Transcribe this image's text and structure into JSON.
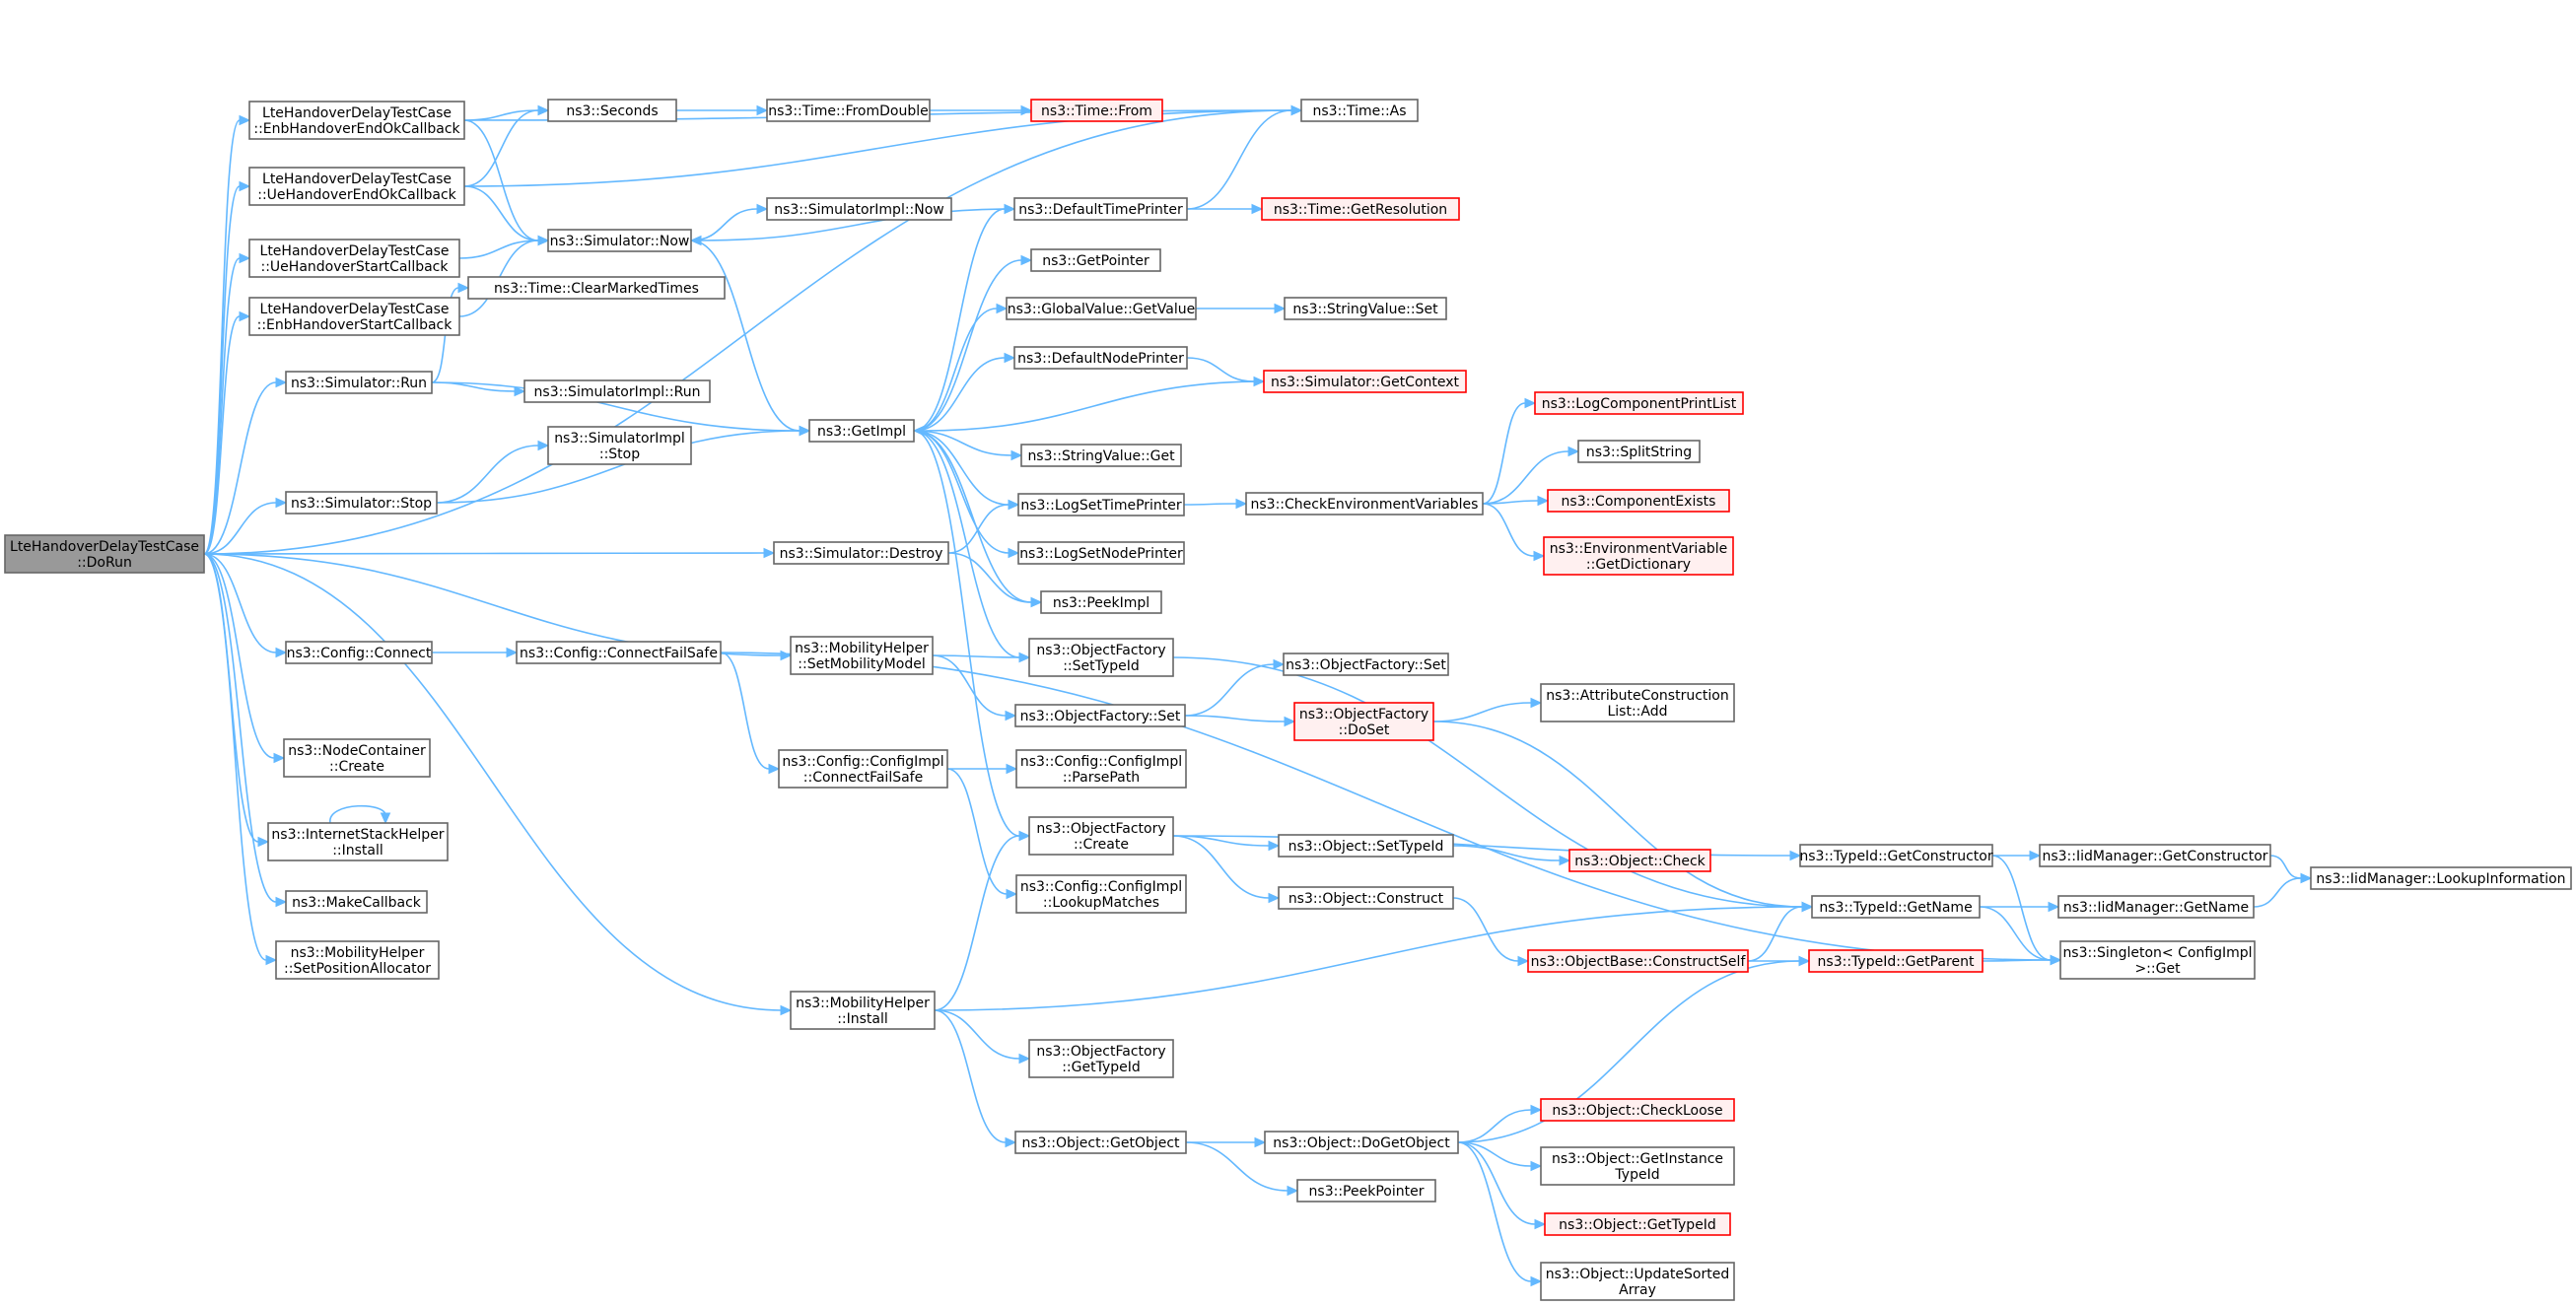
{
  "graph": {
    "nodes": [
      {
        "id": "dorun",
        "lines": [
          "LteHandoverDelayTestCase",
          "::DoRun"
        ],
        "style": "root"
      },
      {
        "id": "enbEndOk",
        "lines": [
          "LteHandoverDelayTestCase",
          "::EnbHandoverEndOkCallback"
        ]
      },
      {
        "id": "ueEndOk",
        "lines": [
          "LteHandoverDelayTestCase",
          "::UeHandoverEndOkCallback"
        ]
      },
      {
        "id": "ueStart",
        "lines": [
          "LteHandoverDelayTestCase",
          "::UeHandoverStartCallback"
        ]
      },
      {
        "id": "enbStart",
        "lines": [
          "LteHandoverDelayTestCase",
          "::EnbHandoverStartCallback"
        ]
      },
      {
        "id": "simRun",
        "lines": [
          "ns3::Simulator::Run"
        ]
      },
      {
        "id": "simStop",
        "lines": [
          "ns3::Simulator::Stop"
        ]
      },
      {
        "id": "cfgConnect",
        "lines": [
          "ns3::Config::Connect"
        ]
      },
      {
        "id": "ncCreate",
        "lines": [
          "ns3::NodeContainer",
          "::Create"
        ]
      },
      {
        "id": "ishInstall",
        "lines": [
          "ns3::InternetStackHelper",
          "::Install"
        ]
      },
      {
        "id": "makeCb",
        "lines": [
          "ns3::MakeCallback"
        ]
      },
      {
        "id": "mhSetPos",
        "lines": [
          "ns3::MobilityHelper",
          "::SetPositionAllocator"
        ]
      },
      {
        "id": "seconds",
        "lines": [
          "ns3::Seconds"
        ]
      },
      {
        "id": "simNow",
        "lines": [
          "ns3::Simulator::Now"
        ]
      },
      {
        "id": "clearMarked",
        "lines": [
          "ns3::Time::ClearMarkedTimes"
        ]
      },
      {
        "id": "simImplRun",
        "lines": [
          "ns3::SimulatorImpl::Run"
        ]
      },
      {
        "id": "simImplStop",
        "lines": [
          "ns3::SimulatorImpl",
          "::Stop"
        ]
      },
      {
        "id": "cfgConnFS",
        "lines": [
          "ns3::Config::ConnectFailSafe"
        ]
      },
      {
        "id": "fromDouble",
        "lines": [
          "ns3::Time::FromDouble"
        ]
      },
      {
        "id": "simImplNow",
        "lines": [
          "ns3::SimulatorImpl::Now"
        ]
      },
      {
        "id": "getImpl",
        "lines": [
          "ns3::GetImpl"
        ]
      },
      {
        "id": "simDestroy",
        "lines": [
          "ns3::Simulator::Destroy"
        ]
      },
      {
        "id": "mhSetMob",
        "lines": [
          "ns3::MobilityHelper",
          "::SetMobilityModel"
        ]
      },
      {
        "id": "cfgImplConnFS",
        "lines": [
          "ns3::Config::ConfigImpl",
          "::ConnectFailSafe"
        ]
      },
      {
        "id": "mhInstall",
        "lines": [
          "ns3::MobilityHelper",
          "::Install"
        ]
      },
      {
        "id": "timeFrom",
        "lines": [
          "ns3::Time::From"
        ],
        "style": "red"
      },
      {
        "id": "defTimePr",
        "lines": [
          "ns3::DefaultTimePrinter"
        ]
      },
      {
        "id": "getPointer",
        "lines": [
          "ns3::GetPointer"
        ]
      },
      {
        "id": "gvGetValue",
        "lines": [
          "ns3::GlobalValue::GetValue"
        ]
      },
      {
        "id": "defNodePr",
        "lines": [
          "ns3::DefaultNodePrinter"
        ]
      },
      {
        "id": "svGet",
        "lines": [
          "ns3::StringValue::Get"
        ]
      },
      {
        "id": "logSetTime",
        "lines": [
          "ns3::LogSetTimePrinter"
        ]
      },
      {
        "id": "logSetNode",
        "lines": [
          "ns3::LogSetNodePrinter"
        ]
      },
      {
        "id": "peekImpl",
        "lines": [
          "ns3::PeekImpl"
        ]
      },
      {
        "id": "ofSetTypeId",
        "lines": [
          "ns3::ObjectFactory",
          "::SetTypeId"
        ]
      },
      {
        "id": "ofSet",
        "lines": [
          "ns3::ObjectFactory::Set"
        ]
      },
      {
        "id": "parsePath",
        "lines": [
          "ns3::Config::ConfigImpl",
          "::ParsePath"
        ]
      },
      {
        "id": "ofCreate",
        "lines": [
          "ns3::ObjectFactory",
          "::Create"
        ]
      },
      {
        "id": "lookupMatches",
        "lines": [
          "ns3::Config::ConfigImpl",
          "::LookupMatches"
        ]
      },
      {
        "id": "ofGetTypeId",
        "lines": [
          "ns3::ObjectFactory",
          "::GetTypeId"
        ]
      },
      {
        "id": "objGetObject",
        "lines": [
          "ns3::Object::GetObject"
        ]
      },
      {
        "id": "timeAs",
        "lines": [
          "ns3::Time::As"
        ]
      },
      {
        "id": "getRes",
        "lines": [
          "ns3::Time::GetResolution"
        ],
        "style": "red"
      },
      {
        "id": "svSet",
        "lines": [
          "ns3::StringValue::Set"
        ]
      },
      {
        "id": "simGetCtx",
        "lines": [
          "ns3::Simulator::GetContext"
        ],
        "style": "red"
      },
      {
        "id": "checkEnv",
        "lines": [
          "ns3::CheckEnvironmentVariables"
        ]
      },
      {
        "id": "ofSet2",
        "lines": [
          "ns3::ObjectFactory::Set"
        ]
      },
      {
        "id": "ofDoSet",
        "lines": [
          "ns3::ObjectFactory",
          "::DoSet"
        ],
        "style": "red"
      },
      {
        "id": "objSetTypeId",
        "lines": [
          "ns3::Object::SetTypeId"
        ]
      },
      {
        "id": "objConstruct",
        "lines": [
          "ns3::Object::Construct"
        ]
      },
      {
        "id": "objBaseCS",
        "lines": [
          "ns3::ObjectBase::ConstructSelf"
        ],
        "style": "red"
      },
      {
        "id": "objDoGetObject",
        "lines": [
          "ns3::Object::DoGetObject"
        ]
      },
      {
        "id": "peekPointer",
        "lines": [
          "ns3::PeekPointer"
        ]
      },
      {
        "id": "logCompPL",
        "lines": [
          "ns3::LogComponentPrintList"
        ],
        "style": "red"
      },
      {
        "id": "splitString",
        "lines": [
          "ns3::SplitString"
        ]
      },
      {
        "id": "compExists",
        "lines": [
          "ns3::ComponentExists"
        ],
        "style": "red"
      },
      {
        "id": "envVarGetDict",
        "lines": [
          "ns3::EnvironmentVariable",
          "::GetDictionary"
        ],
        "style": "red"
      },
      {
        "id": "attrCLAdd",
        "lines": [
          "ns3::AttributeConstruction",
          "List::Add"
        ]
      },
      {
        "id": "objCheck",
        "lines": [
          "ns3::Object::Check"
        ],
        "style": "red"
      },
      {
        "id": "objCheckLoose",
        "lines": [
          "ns3::Object::CheckLoose"
        ],
        "style": "red"
      },
      {
        "id": "objGetInstTid",
        "lines": [
          "ns3::Object::GetInstance",
          "TypeId"
        ]
      },
      {
        "id": "objGetTypeId",
        "lines": [
          "ns3::Object::GetTypeId"
        ],
        "style": "red"
      },
      {
        "id": "objUpdSorted",
        "lines": [
          "ns3::Object::UpdateSorted",
          "Array"
        ]
      },
      {
        "id": "tidGetCtor",
        "lines": [
          "ns3::TypeId::GetConstructor"
        ]
      },
      {
        "id": "tidGetName",
        "lines": [
          "ns3::TypeId::GetName"
        ]
      },
      {
        "id": "tidGetParent",
        "lines": [
          "ns3::TypeId::GetParent"
        ],
        "style": "red"
      },
      {
        "id": "iidGetCtor",
        "lines": [
          "ns3::IidManager::GetConstructor"
        ]
      },
      {
        "id": "iidGetName",
        "lines": [
          "ns3::IidManager::GetName"
        ]
      },
      {
        "id": "singletonGet",
        "lines": [
          "ns3::Singleton< ConfigImpl",
          " >::Get"
        ]
      },
      {
        "id": "iidLookupInfo",
        "lines": [
          "ns3::IidManager::LookupInformation"
        ]
      }
    ],
    "edges": [
      [
        "dorun",
        "enbEndOk"
      ],
      [
        "dorun",
        "ueEndOk"
      ],
      [
        "dorun",
        "ueStart"
      ],
      [
        "dorun",
        "enbStart"
      ],
      [
        "dorun",
        "simRun"
      ],
      [
        "dorun",
        "simStop"
      ],
      [
        "dorun",
        "simDestroy"
      ],
      [
        "dorun",
        "mhSetMob"
      ],
      [
        "dorun",
        "cfgConnect"
      ],
      [
        "dorun",
        "ncCreate"
      ],
      [
        "dorun",
        "ishInstall"
      ],
      [
        "dorun",
        "makeCb"
      ],
      [
        "dorun",
        "mhSetPos"
      ],
      [
        "dorun",
        "mhInstall"
      ],
      [
        "dorun",
        "timeAs"
      ],
      [
        "enbEndOk",
        "seconds"
      ],
      [
        "enbEndOk",
        "simNow"
      ],
      [
        "enbEndOk",
        "timeAs"
      ],
      [
        "ueEndOk",
        "seconds"
      ],
      [
        "ueEndOk",
        "simNow"
      ],
      [
        "ueEndOk",
        "timeAs"
      ],
      [
        "ueStart",
        "simNow"
      ],
      [
        "enbStart",
        "simNow"
      ],
      [
        "simRun",
        "clearMarked"
      ],
      [
        "simRun",
        "simImplRun"
      ],
      [
        "simRun",
        "getImpl"
      ],
      [
        "simStop",
        "simImplStop"
      ],
      [
        "simStop",
        "getImpl"
      ],
      [
        "cfgConnect",
        "cfgConnFS"
      ],
      [
        "ishInstall",
        "ishInstall"
      ],
      [
        "seconds",
        "fromDouble"
      ],
      [
        "fromDouble",
        "timeFrom"
      ],
      [
        "simNow",
        "simImplNow"
      ],
      [
        "simNow",
        "getImpl"
      ],
      [
        "defTimePr",
        "simNow"
      ],
      [
        "defTimePr",
        "timeAs"
      ],
      [
        "defTimePr",
        "getRes"
      ],
      [
        "getImpl",
        "defTimePr"
      ],
      [
        "getImpl",
        "getPointer"
      ],
      [
        "getImpl",
        "gvGetValue"
      ],
      [
        "getImpl",
        "defNodePr"
      ],
      [
        "getImpl",
        "svGet"
      ],
      [
        "getImpl",
        "logSetTime"
      ],
      [
        "getImpl",
        "logSetNode"
      ],
      [
        "getImpl",
        "peekImpl"
      ],
      [
        "getImpl",
        "ofSetTypeId"
      ],
      [
        "getImpl",
        "ofCreate"
      ],
      [
        "simDestroy",
        "logSetTime"
      ],
      [
        "simDestroy",
        "peekImpl"
      ],
      [
        "gvGetValue",
        "svSet"
      ],
      [
        "defNodePr",
        "simGetCtx"
      ],
      [
        "simGetCtx",
        "getImpl"
      ],
      [
        "logSetTime",
        "checkEnv"
      ],
      [
        "checkEnv",
        "logCompPL"
      ],
      [
        "checkEnv",
        "splitString"
      ],
      [
        "checkEnv",
        "compExists"
      ],
      [
        "checkEnv",
        "envVarGetDict"
      ],
      [
        "mhSetMob",
        "ofSetTypeId"
      ],
      [
        "mhSetMob",
        "ofSet"
      ],
      [
        "cfgConnFS",
        "cfgImplConnFS"
      ],
      [
        "cfgConnFS",
        "singletonGet"
      ],
      [
        "cfgImplConnFS",
        "parsePath"
      ],
      [
        "cfgImplConnFS",
        "lookupMatches"
      ],
      [
        "ofSetTypeId",
        "tidGetName"
      ],
      [
        "ofSet",
        "ofSet2"
      ],
      [
        "ofSet",
        "ofDoSet"
      ],
      [
        "ofDoSet",
        "attrCLAdd"
      ],
      [
        "ofDoSet",
        "tidGetName"
      ],
      [
        "ofCreate",
        "objSetTypeId"
      ],
      [
        "ofCreate",
        "objConstruct"
      ],
      [
        "ofCreate",
        "tidGetCtor"
      ],
      [
        "objSetTypeId",
        "objCheck"
      ],
      [
        "objConstruct",
        "objBaseCS"
      ],
      [
        "objBaseCS",
        "tidGetName"
      ],
      [
        "objBaseCS",
        "tidGetParent"
      ],
      [
        "mhInstall",
        "ofCreate"
      ],
      [
        "mhInstall",
        "ofGetTypeId"
      ],
      [
        "mhInstall",
        "objGetObject"
      ],
      [
        "mhInstall",
        "tidGetName"
      ],
      [
        "objGetObject",
        "objDoGetObject"
      ],
      [
        "objGetObject",
        "peekPointer"
      ],
      [
        "objDoGetObject",
        "objCheckLoose"
      ],
      [
        "objDoGetObject",
        "objGetInstTid"
      ],
      [
        "objDoGetObject",
        "objGetTypeId"
      ],
      [
        "objDoGetObject",
        "objUpdSorted"
      ],
      [
        "objDoGetObject",
        "tidGetParent"
      ],
      [
        "tidGetCtor",
        "iidGetCtor"
      ],
      [
        "tidGetCtor",
        "singletonGet"
      ],
      [
        "tidGetName",
        "iidGetName"
      ],
      [
        "tidGetName",
        "singletonGet"
      ],
      [
        "tidGetParent",
        "singletonGet"
      ],
      [
        "iidGetCtor",
        "iidLookupInfo"
      ],
      [
        "iidGetName",
        "iidLookupInfo"
      ]
    ]
  },
  "colors": {
    "edge": "#63b8ff",
    "node_border": "#666666",
    "root_fill": "#999999",
    "red_border": "#ff0000",
    "red_fill": "#fff0f0"
  }
}
